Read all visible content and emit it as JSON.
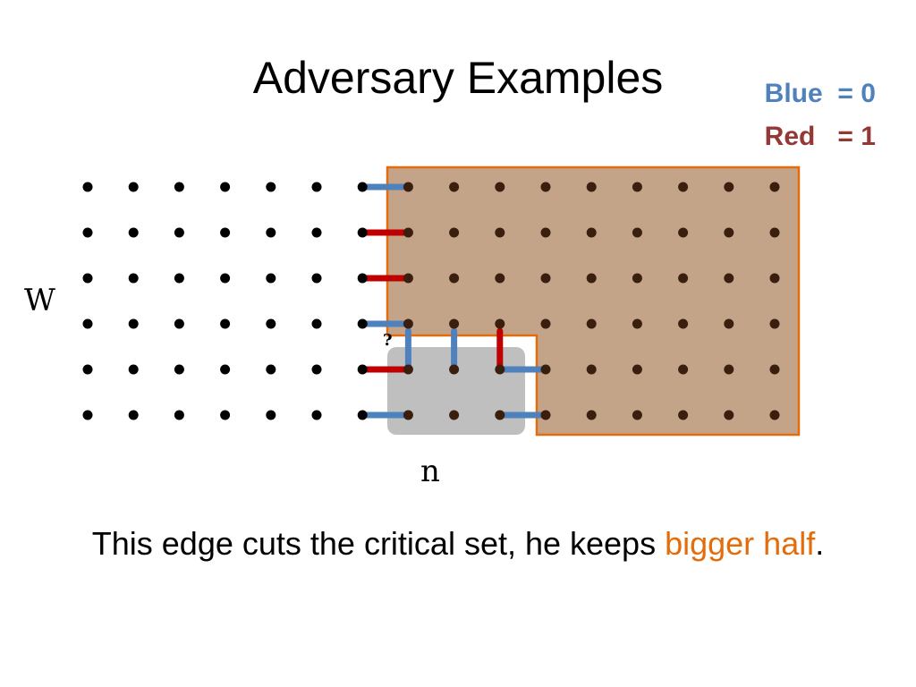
{
  "title": "Adversary Examples",
  "legend": {
    "blue": {
      "label": "Blue",
      "value": "= 0",
      "color": "#4f81bd"
    },
    "red": {
      "label": "Red",
      "value": "= 1",
      "color": "#953735"
    }
  },
  "labels": {
    "rows_axis": "W",
    "cols_axis": "n",
    "unknown_edge": "?"
  },
  "caption": {
    "text": "This edge cuts the critical set, he keeps ",
    "highlight": "bigger half",
    "end": ".",
    "highlight_color": "#e46c0a"
  },
  "grid": {
    "rows": 6,
    "cols": 16,
    "left_colored_edges": [
      "blue",
      "red",
      "red",
      "blue",
      "red",
      "blue"
    ],
    "vertical_edges": [
      {
        "row_from": 3,
        "row_to": 4,
        "col": 7,
        "color": "blue"
      },
      {
        "row_from": 3,
        "row_to": 4,
        "col": 8,
        "color": "blue"
      },
      {
        "row_from": 3,
        "row_to": 4,
        "col": 9,
        "color": "red"
      }
    ],
    "inner_horizontal_edges": [
      {
        "row": 4,
        "col_from": 9,
        "col_to": 10,
        "color": "blue"
      },
      {
        "row": 5,
        "col_from": 9,
        "col_to": 10,
        "color": "blue"
      }
    ]
  },
  "colors": {
    "region_fill": "#c4a489",
    "region_border": "#e46c0a",
    "critical_set_fill": "#bfbfbf",
    "dot_outside": "#000000",
    "dot_inside": "#3a1f0f",
    "edge_blue": "#4f81bd",
    "edge_red": "#c00000"
  }
}
